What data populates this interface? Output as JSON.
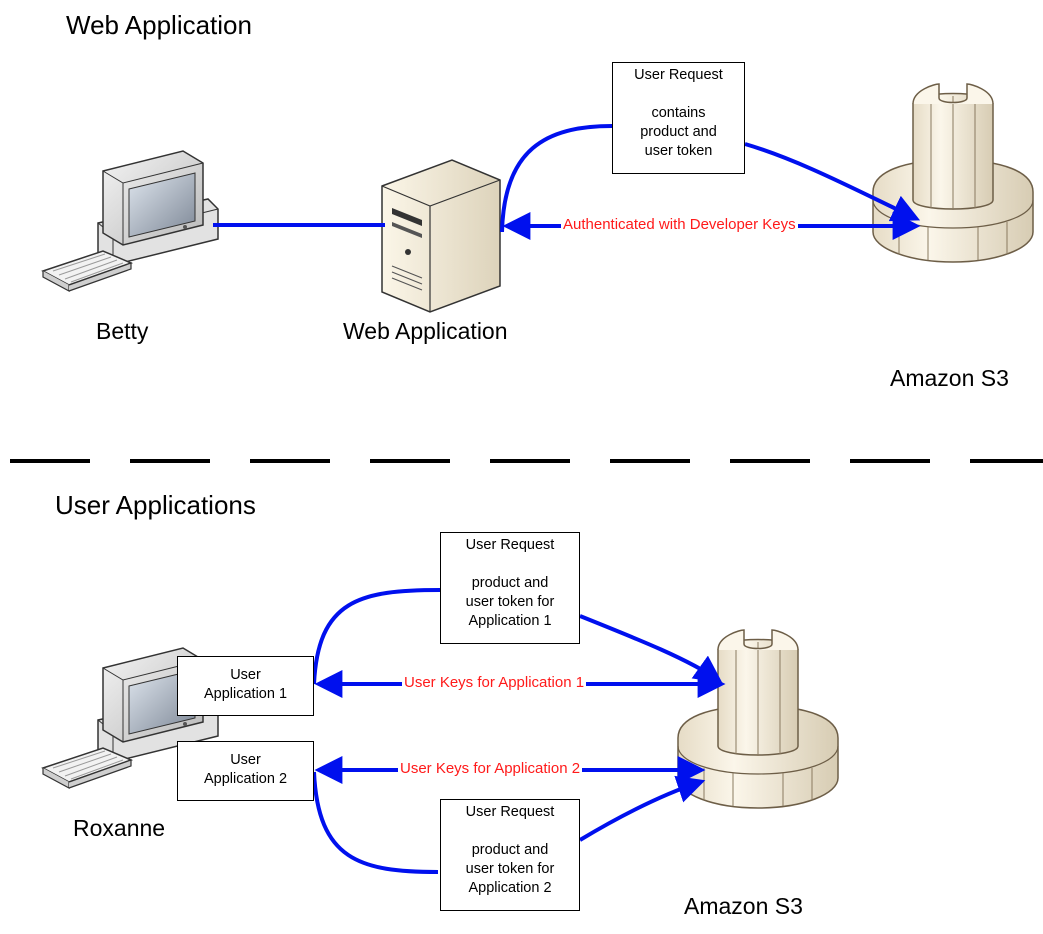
{
  "colors": {
    "connector": "#0010ee",
    "label_red": "#ff1a1a",
    "s3_body": "#f3ebdc",
    "s3_outline": "#7a6a52"
  },
  "top": {
    "section_title": "Web Application",
    "user_label": "Betty",
    "server_label": "Web Application",
    "s3_label": "Amazon S3",
    "request_box": {
      "title": "User Request",
      "lines": [
        "contains",
        "product and",
        "user token"
      ]
    },
    "arrow_label": "Authenticated with Developer Keys"
  },
  "bottom": {
    "section_title": "User Applications",
    "user_label": "Roxanne",
    "s3_label": "Amazon S3",
    "app1_box": {
      "lines": [
        "User",
        "Application 1"
      ]
    },
    "app2_box": {
      "lines": [
        "User",
        "Application 2"
      ]
    },
    "request1_box": {
      "title": "User Request",
      "lines": [
        "product and",
        "user token for",
        "Application 1"
      ]
    },
    "request2_box": {
      "title": "User Request",
      "lines": [
        "product and",
        "user token for",
        "Application 2"
      ]
    },
    "arrow1_label": "User Keys for Application 1",
    "arrow2_label": "User Keys for Application 2"
  }
}
